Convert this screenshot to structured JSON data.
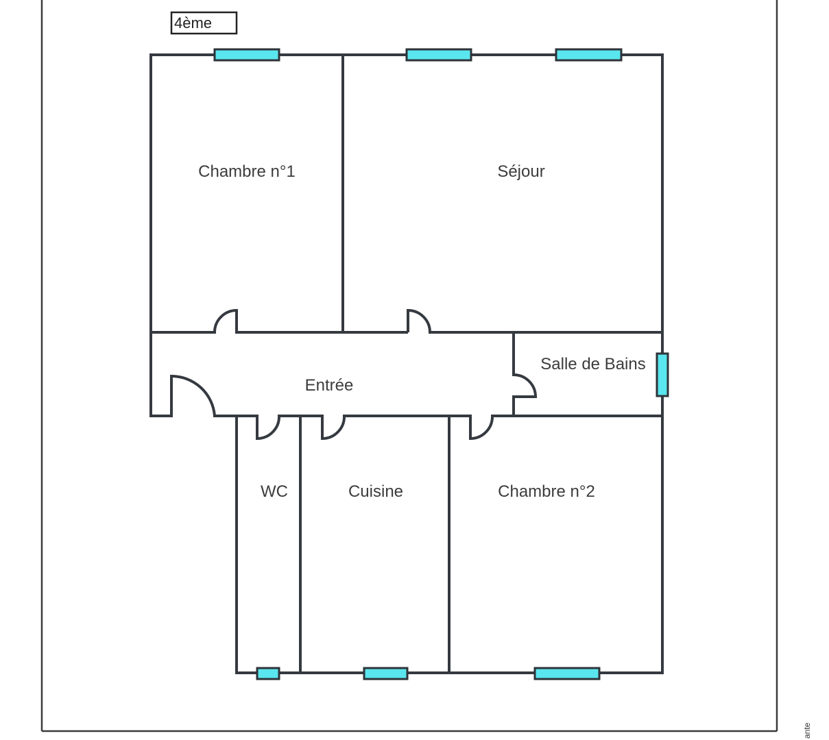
{
  "plan": {
    "floor_label": "4ème",
    "side_note": "ante",
    "colors": {
      "walls": "#353a40",
      "windows": "#5ae6ee",
      "frame": "#3a3a3a"
    },
    "rooms": {
      "chambre1": "Chambre n°1",
      "sejour": "Séjour",
      "entree": "Entrée",
      "salle_de_bains": "Salle de Bains",
      "wc": "WC",
      "cuisine": "Cuisine",
      "chambre2": "Chambre n°2"
    }
  }
}
